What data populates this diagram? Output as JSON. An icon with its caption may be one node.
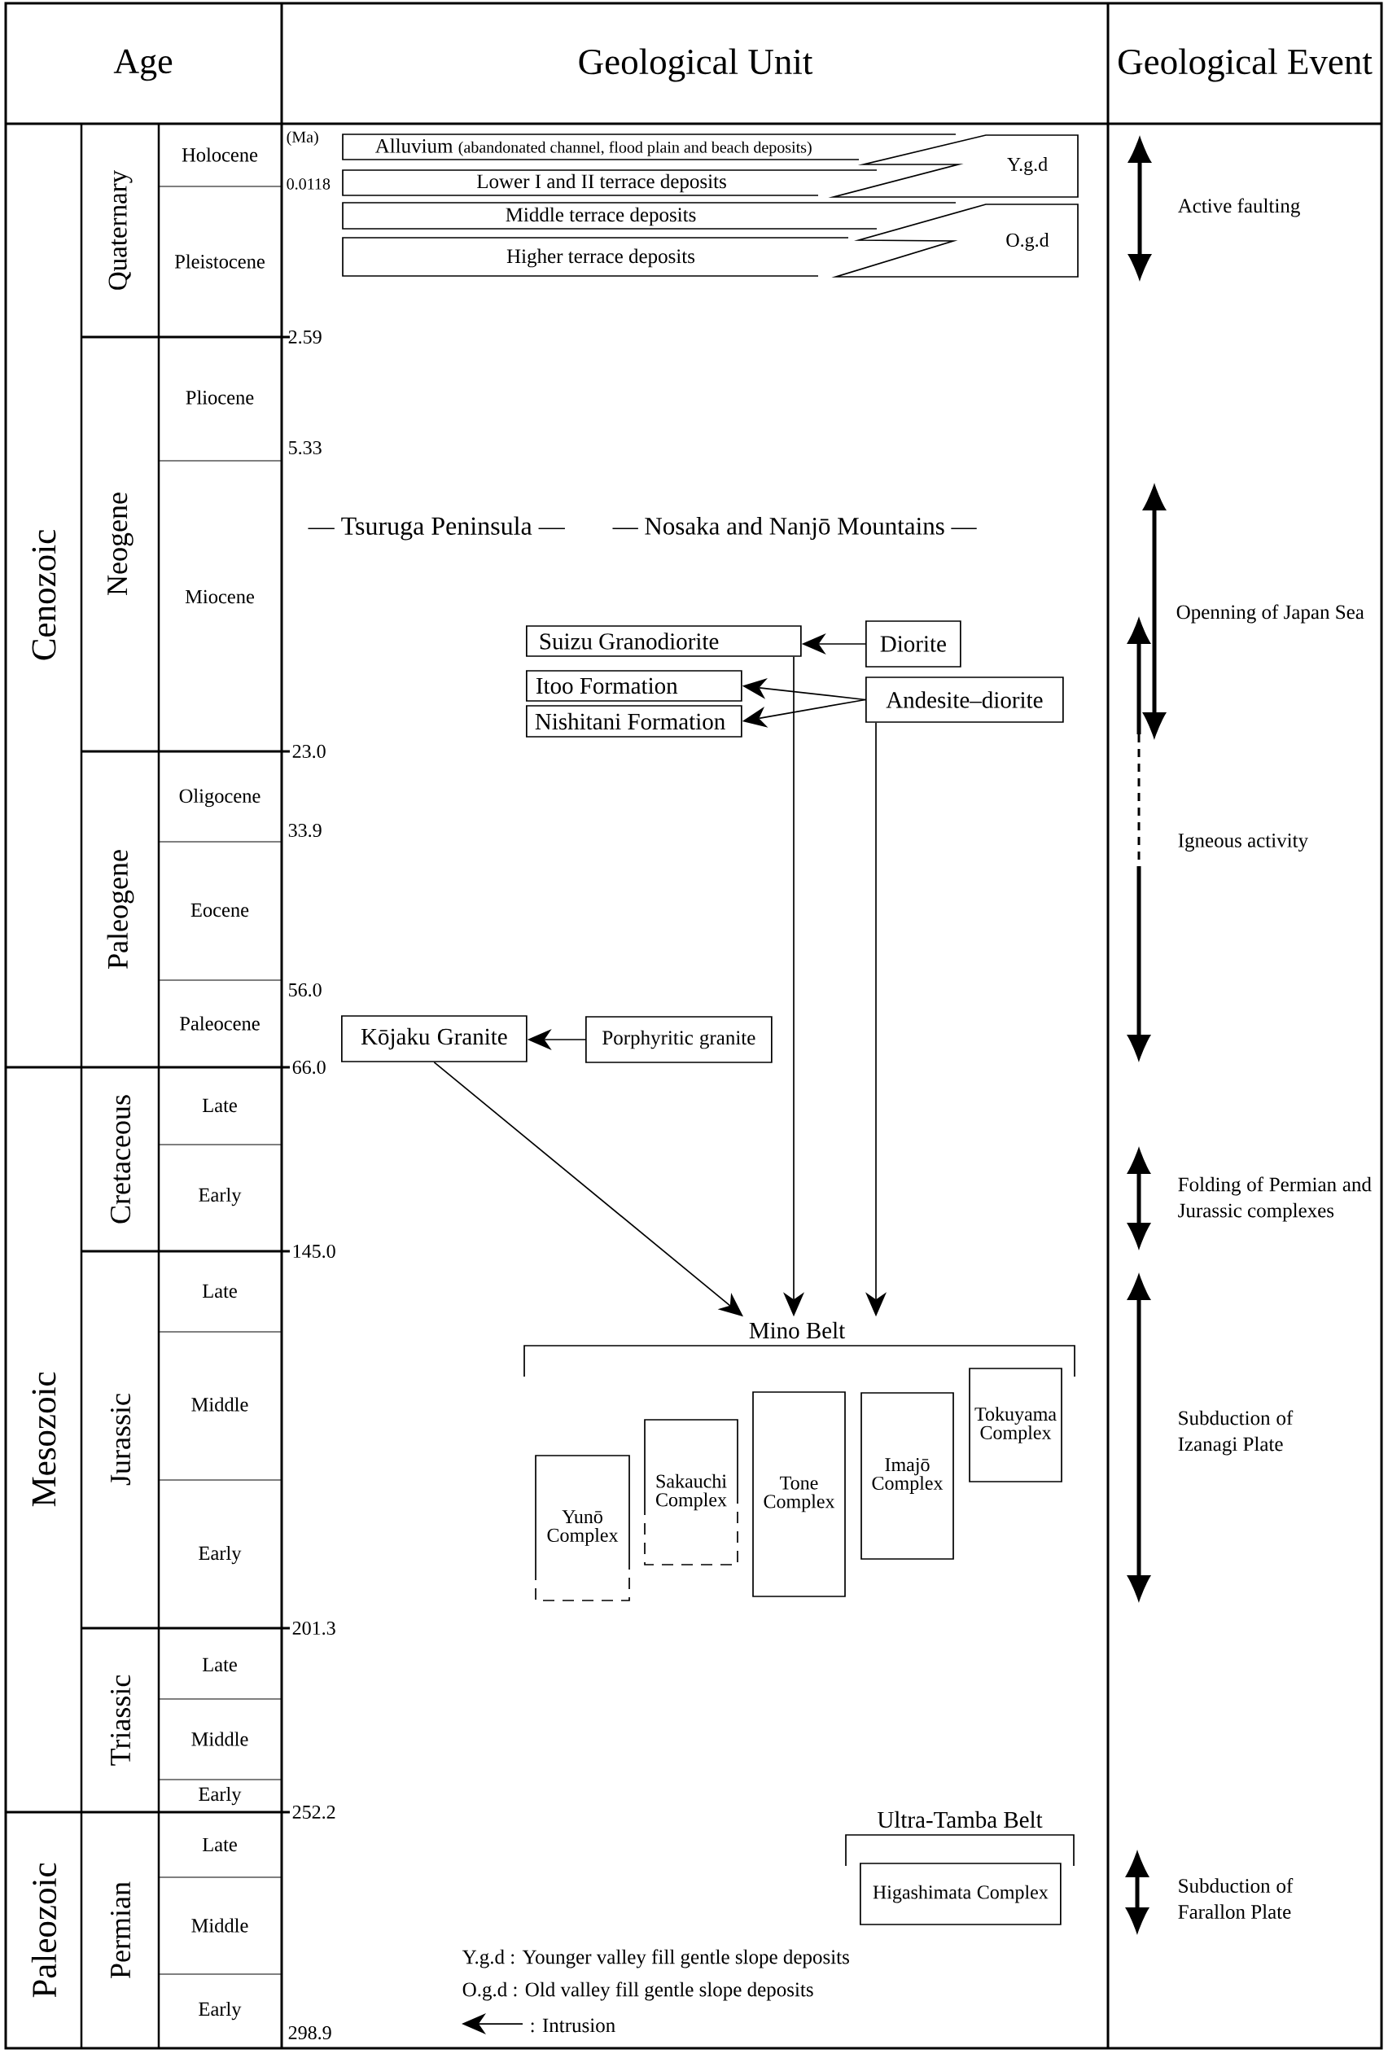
{
  "diagram": {
    "nodes": [
      {
        "text": [
          "Alluvium",
          "(abandonated channel, flood plain and beach deposits)"
        ]
      },
      {
        "text": [
          "Lower I and II terrace deposits"
        ]
      },
      {
        "text": [
          "Middle terrace deposits"
        ]
      },
      {
        "text": [
          "Higher terrace deposits"
        ]
      },
      {
        "text": [
          "Y.g.d"
        ]
      },
      {
        "text": [
          "O.g.d"
        ]
      },
      {
        "text": [
          "Suizu Granodiorite"
        ]
      },
      {
        "text": [
          "Diorite"
        ]
      },
      {
        "text": [
          "Itoo Formation"
        ]
      },
      {
        "text": [
          "Andesite–diorite"
        ]
      },
      {
        "text": [
          "Nishitani Formation"
        ]
      },
      {
        "text": [
          "Kōjaku Granite"
        ]
      },
      {
        "text": [
          "Porphyritic granite"
        ]
      },
      {
        "text": [
          "Mino Belt"
        ]
      },
      {
        "text": [
          "Yunō Complex"
        ]
      },
      {
        "text": [
          "Sakauchi Complex"
        ]
      },
      {
        "text": [
          "Tone Complex"
        ]
      },
      {
        "text": [
          "Imajō Complex"
        ]
      },
      {
        "text": [
          "Tokuyama Complex"
        ]
      },
      {
        "text": [
          "Ultra-Tamba Belt"
        ]
      },
      {
        "text": [
          "Higashimata Complex"
        ]
      }
    ],
    "edges": [
      {
        "from": 7,
        "to": 6,
        "arrow": "to"
      },
      {
        "from": 9,
        "to": 8,
        "arrow": "to"
      },
      {
        "from": 9,
        "to": 10,
        "arrow": "to"
      },
      {
        "from": 12,
        "to": 11,
        "arrow": "to"
      },
      {
        "from": 11,
        "to": 13,
        "arrow": "to"
      },
      {
        "from": 6,
        "to": 13,
        "arrow": "to"
      },
      {
        "from": 9,
        "to": 13,
        "arrow": "to"
      }
    ],
    "labels": [
      "Age",
      "Geological Unit",
      "Geological Event",
      "Cenozoic",
      "Quaternary",
      "Holocene",
      "(Ma)",
      "0.0118",
      "Pleistocene",
      "2.59",
      "Neogene",
      "Pliocene",
      "5.33",
      "Miocene",
      "23.0",
      "Paleogene",
      "Oligocene",
      "33.9",
      "Eocene",
      "56.0",
      "Paleocene",
      "66.0",
      "Mesozoic",
      "Cretaceous",
      "Late",
      "Early",
      "145.0",
      "Jurassic",
      "Late",
      "Middle",
      "Early",
      "201.3",
      "Triassic",
      "Late",
      "Middle",
      "Early",
      "252.2",
      "Paleozoic",
      "Permian",
      "Late",
      "Middle",
      "Early",
      "298.9",
      "— Tsuruga Peninsula —",
      "— Nosaka and Nanjō Mountains —",
      "Active faulting",
      "Openning of Japan Sea",
      "Igneous activity",
      "Folding of Permian and Jurassic complexes",
      "Subduction of Izanagi Plate",
      "Subduction of Farallon Plate",
      "Y.g.d : Younger valley fill gentle slope deposits",
      "O.g.d : Old valley fill gentle slope deposits"
    ],
    "legend": [
      {
        "text": ": Intrusion"
      }
    ]
  }
}
